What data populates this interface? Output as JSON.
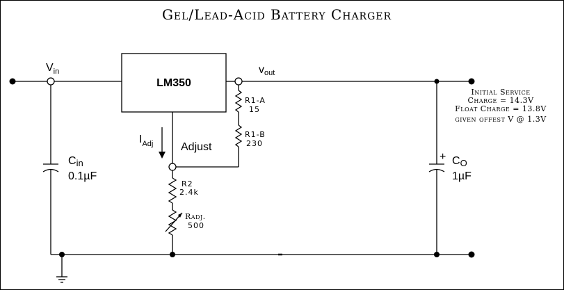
{
  "title": "Gel/Lead-Acid Battery Charger",
  "ic": {
    "label": "LM350"
  },
  "labels": {
    "vin_main": "V",
    "vin_sub": "in",
    "vout_main": "v",
    "vout_sub": "out",
    "iadj_main": "I",
    "iadj_sub": "Adj",
    "adjust": "Adjust",
    "cin_main": "C",
    "cin_sub": "in",
    "cin_value": "0.1µF",
    "co_main": "C",
    "co_sub": "O",
    "co_value": "1µF",
    "co_polarity": "+"
  },
  "resistors": {
    "r1a": {
      "name": "R1-A",
      "value": "15"
    },
    "r1b": {
      "name": "R1-B",
      "value": "230"
    },
    "r2": {
      "name": "R2",
      "value": "2.4k"
    },
    "radj": {
      "name": "Radj.",
      "value": "500"
    }
  },
  "notes": [
    "Initial Service",
    "Charge = 14.3V",
    "Float Charge = 13.8V",
    "given offest V @ 1.3V"
  ]
}
